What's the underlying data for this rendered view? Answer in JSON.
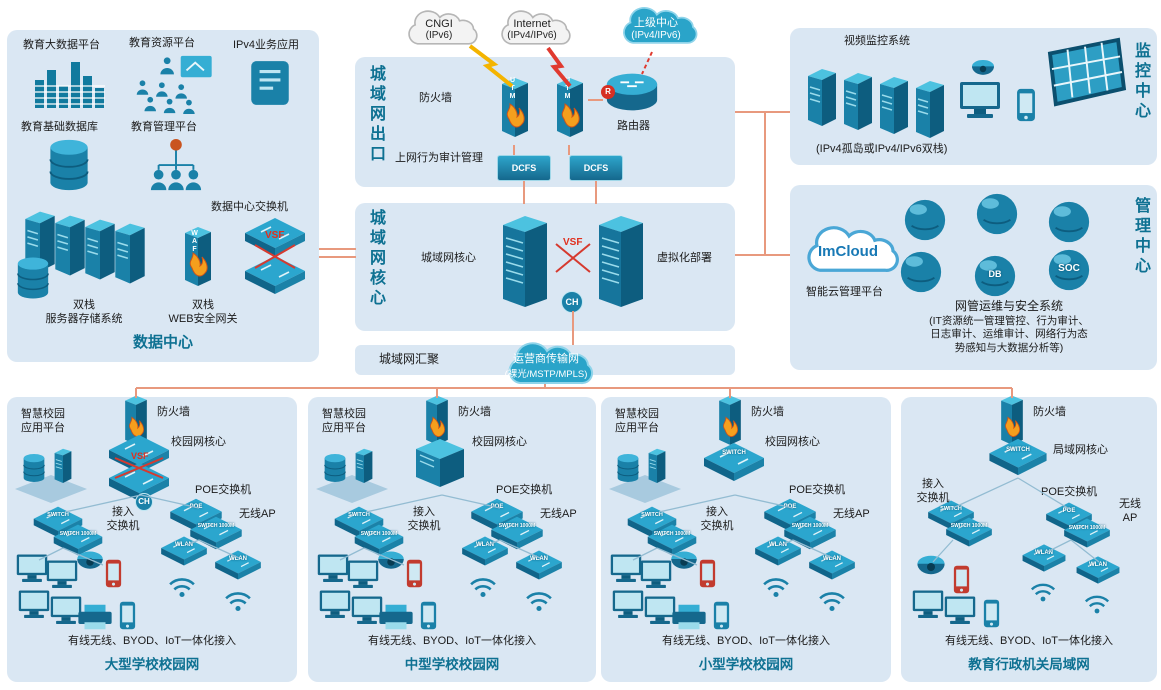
{
  "badges": {
    "utm": "UTM",
    "dcfs": "DCFS",
    "waf": "WAF",
    "vsf": "VSF",
    "ch": "CH",
    "r": "R",
    "db": "DB",
    "soc": "SOC"
  },
  "faces": {
    "poe": "POE",
    "wlan": "WLAN",
    "switch": "SWITCH",
    "switch1000": "SWITCH 1000M"
  },
  "dc": {
    "title": "数据中心",
    "big_data": "教育大数据平台",
    "resource": "教育资源平台",
    "ipv4_app": "IPv4业务应用",
    "base_db": "教育基础数据库",
    "mgmt": "教育管理平台",
    "dc_switch": "数据中心交换机",
    "storage_l1": "双栈",
    "storage_l2": "服务器存储系统",
    "waf_l1": "双栈",
    "waf_l2": "WEB安全网关"
  },
  "exit": {
    "title": "城域网出口",
    "firewall": "防火墙",
    "router": "路由器",
    "audit": "上网行为审计管理",
    "clouds": [
      {
        "l1": "CNGI",
        "l2": "(IPv6)"
      },
      {
        "l1": "Internet",
        "l2": "(IPv4/IPv6)"
      },
      {
        "l1": "上级中心",
        "l2": "(IPv4/IPv6)"
      }
    ]
  },
  "core": {
    "title": "城域网核心",
    "label": "城域网核心",
    "virtual": "虚拟化部署"
  },
  "agg": {
    "label": "城域网汇聚",
    "cloud_l1": "运营商传输网",
    "cloud_l2": "(裸光/MSTP/MPLS)"
  },
  "mon": {
    "title": "监控中心",
    "video": "视频监控系统",
    "note": "(IPv4孤岛或IPv4/IPv6双栈)"
  },
  "mgmt": {
    "title": "管理中心",
    "imcloud": "ImCloud",
    "platform": "智能云管理平台",
    "sys_title": "网管运维与安全系统",
    "sys_l1": "(IT资源统一管理管控、行为审计、",
    "sys_l2": "日志审计、运维审计、网络行为态",
    "sys_l3": "势感知与大数据分析等)"
  },
  "schools": [
    {
      "title": "大型学校校园网",
      "platform_l1": "智慧校园",
      "platform_l2": "应用平台",
      "firewall": "防火墙",
      "core": "校园网核心",
      "poe": "POE交换机",
      "access_l1": "接入",
      "access_l2": "交换机",
      "ap": "无线AP",
      "note": "有线无线、BYOD、IoT一体化接入"
    },
    {
      "title": "中型学校校园网",
      "platform_l1": "智慧校园",
      "platform_l2": "应用平台",
      "firewall": "防火墙",
      "core": "校园网核心",
      "poe": "POE交换机",
      "access_l1": "接入",
      "access_l2": "交换机",
      "ap": "无线AP",
      "note": "有线无线、BYOD、IoT一体化接入"
    },
    {
      "title": "小型学校校园网",
      "platform_l1": "智慧校园",
      "platform_l2": "应用平台",
      "firewall": "防火墙",
      "core": "校园网核心",
      "poe": "POE交换机",
      "access_l1": "接入",
      "access_l2": "交换机",
      "ap": "无线AP",
      "note": "有线无线、BYOD、IoT一体化接入"
    },
    {
      "title": "教育行政机关局域网",
      "firewall": "防火墙",
      "core": "局域网核心",
      "poe": "POE交换机",
      "access_l1": "接入",
      "access_l2": "交换机",
      "ap_l1": "无线",
      "ap_l2": "AP",
      "note": "有线无线、BYOD、IoT一体化接入"
    }
  ]
}
